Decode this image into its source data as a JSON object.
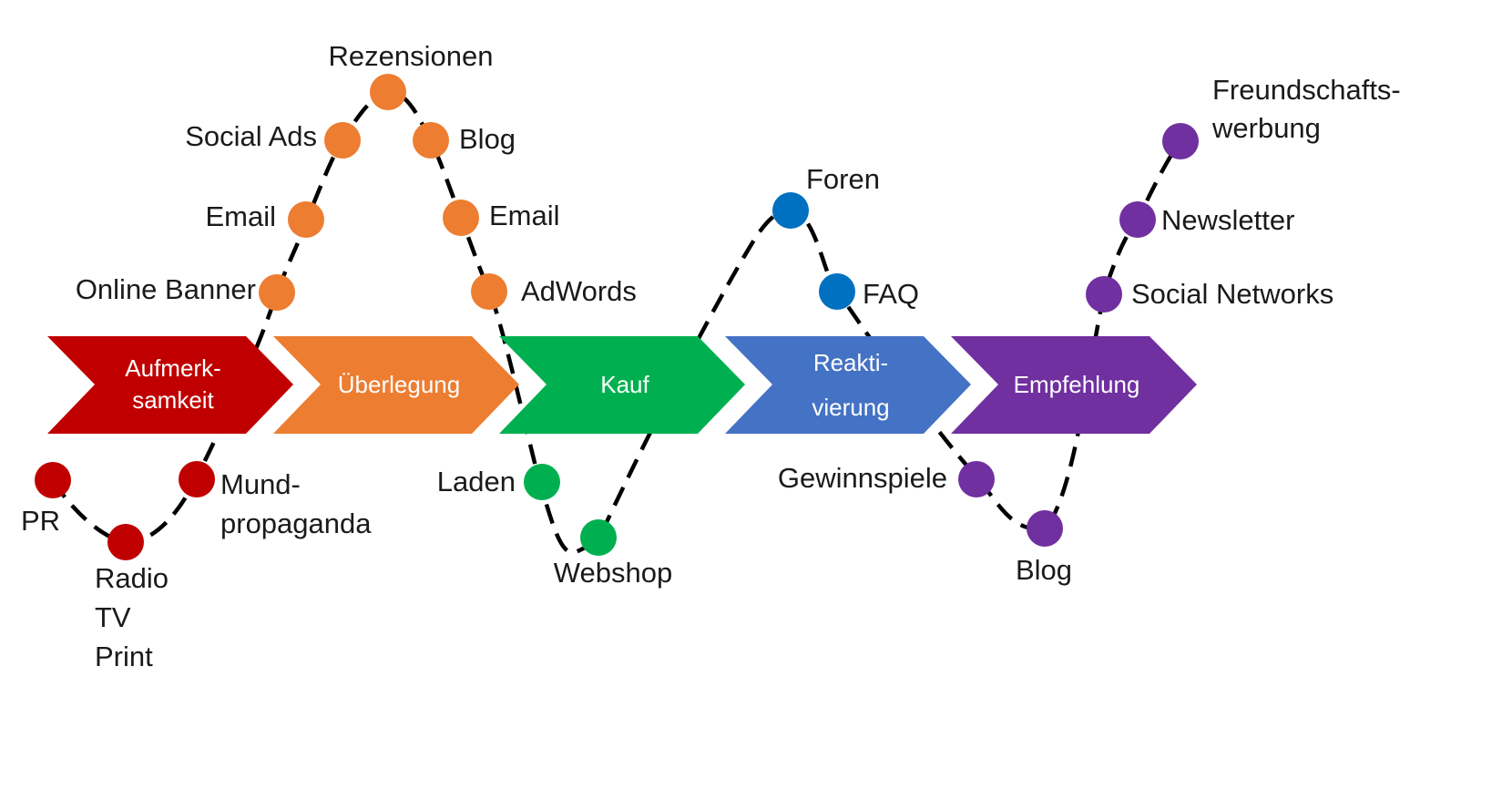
{
  "colors": {
    "aufmerksamkeit": "#C00000",
    "ueberlegung": "#ED7D31",
    "kauf": "#00B050",
    "reaktivierung": "#4472C4",
    "empfehlung": "#7030A0",
    "touchpoint_orange": "#ED7D31",
    "touchpoint_green": "#00B050",
    "touchpoint_blue": "#0070C0",
    "touchpoint_purple": "#7030A0"
  },
  "stages": [
    {
      "line1": "Aufmerk-",
      "line2": "samkeit"
    },
    {
      "line1": "Überlegung",
      "line2": ""
    },
    {
      "line1": "Kauf",
      "line2": ""
    },
    {
      "line1": "Reakti-",
      "line2": "vierung"
    },
    {
      "line1": "Empfehlung",
      "line2": ""
    }
  ],
  "touchpoints": {
    "pr": "PR",
    "radio": "Radio",
    "tv": "TV",
    "print": "Print",
    "mund_1": "Mund-",
    "mund_2": "propaganda",
    "online_banner": "Online Banner",
    "email_left": "Email",
    "social_ads": "Social Ads",
    "rezensionen": "Rezensionen",
    "blog_top": "Blog",
    "email_right": "Email",
    "adwords": "AdWords",
    "laden": "Laden",
    "webshop": "Webshop",
    "foren": "Foren",
    "faq": "FAQ",
    "gewinnspiele": "Gewinnspiele",
    "blog_bottom": "Blog",
    "social_networks": "Social Networks",
    "newsletter": "Newsletter",
    "freund_1": "Freundschafts-",
    "freund_2": "werbung"
  }
}
